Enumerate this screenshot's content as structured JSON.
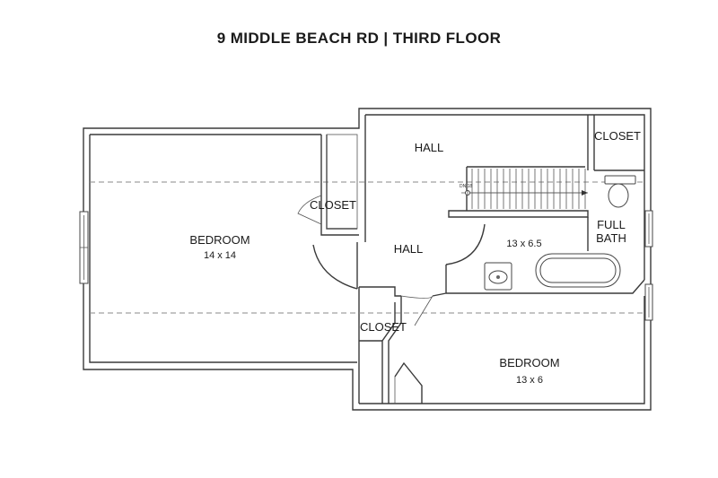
{
  "title": "9 MIDDLE BEACH RD | THIRD FLOOR",
  "rooms": {
    "bedroom_left": {
      "name": "BEDROOM",
      "dims": "14 x 14"
    },
    "bedroom_right": {
      "name": "BEDROOM",
      "dims": "13 x 6"
    },
    "hall_upper": {
      "name": "HALL"
    },
    "hall_center": {
      "name": "HALL"
    },
    "closet_top_right": {
      "name": "CLOSET"
    },
    "closet_center": {
      "name": "CLOSET"
    },
    "closet_lower": {
      "name": "CLOSET"
    },
    "full_bath": {
      "name_line1": "FULL",
      "name_line2": "BATH",
      "dims": "13 x 6.5"
    }
  },
  "stairs": {
    "label": "DN 18"
  },
  "icons": [
    "stair-arrow-icon",
    "toilet-icon",
    "bathtub-icon",
    "sink-icon",
    "window-icon"
  ]
}
